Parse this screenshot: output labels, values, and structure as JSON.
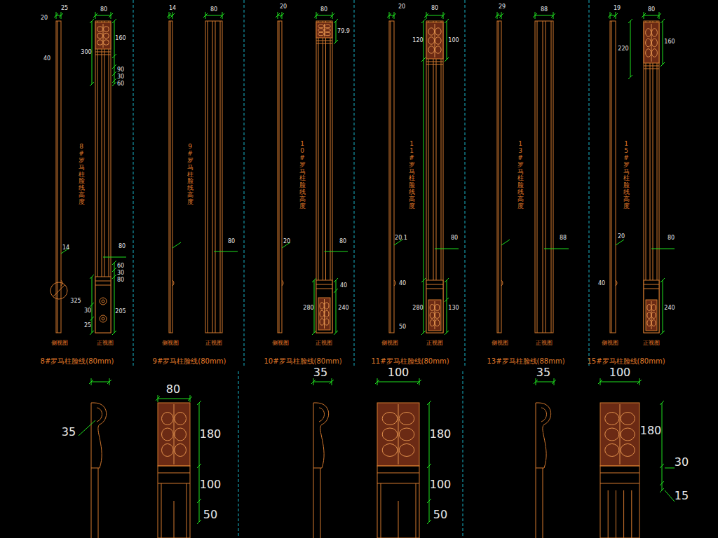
{
  "diagram": {
    "labels": [
      "25",
      "20",
      "40",
      "14",
      "80",
      "160",
      "300",
      "90",
      "30",
      "60",
      "8#罗马柱脸线高度",
      "80",
      "60",
      "30",
      "80",
      "325",
      "30",
      "25",
      "205",
      "侧视图",
      "正视图",
      "8#罗马柱脸线(80mm)",
      "14",
      "80",
      "9#罗马柱脸线高度",
      "80",
      "侧视图",
      "正视图",
      "9#罗马柱脸线(80mm)",
      "20",
      "80",
      "79.9",
      "10#罗马柱脸线高度",
      "20",
      "80",
      "40",
      "280",
      "240",
      "侧视图",
      "正视图",
      "10#罗马柱脸线(80mm)",
      "20",
      "80",
      "120",
      "100",
      "11#罗马柱脸线高度",
      "20.1",
      "80",
      "40",
      "280",
      "130",
      "50",
      "侧视图",
      "正视图",
      "11#罗马柱脸线(80mm)",
      "29",
      "88",
      "13#罗马柱脸线高度",
      "88",
      "侧视图",
      "正视图",
      "13#罗马柱脸线(88mm)",
      "19",
      "80",
      "220",
      "160",
      "15#罗马柱脸线高度",
      "20",
      "80",
      "40",
      "240",
      "侧视图",
      "正视图",
      "15#罗马柱脸线(80mm)",
      "80",
      "35",
      "180",
      "100",
      "50",
      "35",
      "100",
      "180",
      "100",
      "50",
      "35",
      "100",
      "180",
      "30",
      "15"
    ]
  }
}
